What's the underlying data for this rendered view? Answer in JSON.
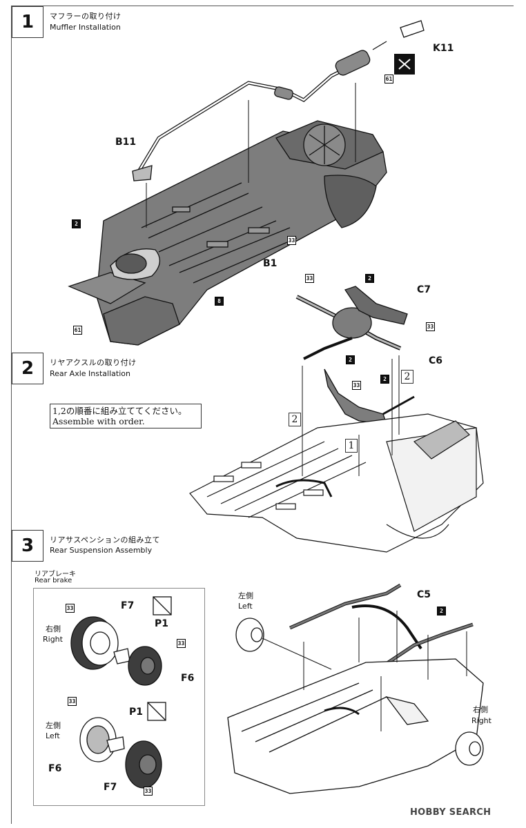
{
  "steps": [
    {
      "number": "1",
      "title_jp": "マフラーの取り付け",
      "title_en": "Muffler Installation"
    },
    {
      "number": "2",
      "title_jp": "リヤアクスルの取り付け",
      "title_en": "Rear Axle Installation"
    },
    {
      "number": "3",
      "title_jp": "リアサスペンションの組み立て",
      "title_en": "Rear Suspension Assembly"
    }
  ],
  "step1": {
    "parts": [
      "K11",
      "B11",
      "B1"
    ],
    "badges": [
      "61",
      "2",
      "33",
      "8",
      "61"
    ]
  },
  "step2": {
    "parts": [
      "C7",
      "C6"
    ],
    "badges": [
      "33",
      "2",
      "33",
      "2",
      "33",
      "2"
    ],
    "note_jp": "1,2の順番に組み立ててください。",
    "note_en": "Assemble with order.",
    "order_marks": [
      "2",
      "2",
      "1"
    ]
  },
  "step3": {
    "rear_brake_jp": "リアブレーキ",
    "rear_brake_en": "Rear brake",
    "right_jp": "右側",
    "right_en": "Right",
    "left_jp": "左側",
    "left_en": "Left",
    "brake_parts": [
      "F7",
      "P1",
      "F6",
      "P1",
      "F6",
      "F7"
    ],
    "brake_badges": [
      "33",
      "33",
      "33",
      "33"
    ],
    "assembly_parts": [
      "C5"
    ],
    "assembly_badges": [
      "2"
    ]
  },
  "watermark": "HOBBY SEARCH"
}
